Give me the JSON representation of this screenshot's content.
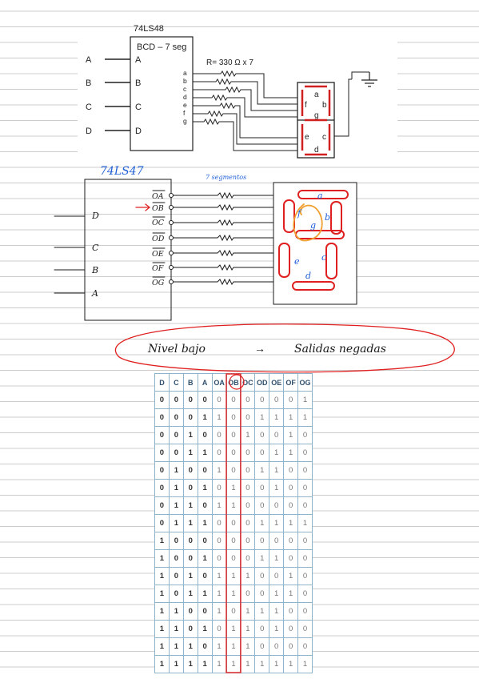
{
  "top_circuit": {
    "chip_name": "74LS48",
    "chip_title": "BCD – 7 seg",
    "inputs": [
      "A",
      "B",
      "C",
      "D"
    ],
    "pins_in": [
      "A",
      "B",
      "C",
      "D"
    ],
    "pins_out": [
      "a",
      "b",
      "c",
      "d",
      "e",
      "f",
      "g"
    ],
    "resistor_label": "R= 330 Ω x 7",
    "display_segments_top": [
      "a",
      "f",
      "b",
      "g"
    ],
    "display_segments_bottom": [
      "e",
      "c",
      "d"
    ]
  },
  "hand_circuit": {
    "chip_name": "74LS47",
    "resistor_note": "7 segmentos",
    "inputs": [
      "D",
      "C",
      "B",
      "A"
    ],
    "outputs": [
      "OA",
      "OB",
      "OC",
      "OD",
      "OE",
      "OF",
      "OG"
    ],
    "segments": [
      "a",
      "b",
      "c",
      "d",
      "e",
      "f",
      "g"
    ]
  },
  "note": {
    "text_left": "Nivel bajo",
    "arrow": "→",
    "text_right": "Salidas negadas"
  },
  "truth_table": {
    "headers": [
      "D",
      "C",
      "B",
      "A",
      "OA",
      "OB",
      "OC",
      "OD",
      "OE",
      "OF",
      "OG"
    ],
    "rows": [
      [
        "0",
        "0",
        "0",
        "0",
        "0",
        "0",
        "0",
        "0",
        "0",
        "0",
        "1"
      ],
      [
        "0",
        "0",
        "0",
        "1",
        "1",
        "0",
        "0",
        "1",
        "1",
        "1",
        "1"
      ],
      [
        "0",
        "0",
        "1",
        "0",
        "0",
        "0",
        "1",
        "0",
        "0",
        "1",
        "0"
      ],
      [
        "0",
        "0",
        "1",
        "1",
        "0",
        "0",
        "0",
        "0",
        "1",
        "1",
        "0"
      ],
      [
        "0",
        "1",
        "0",
        "0",
        "1",
        "0",
        "0",
        "1",
        "1",
        "0",
        "0"
      ],
      [
        "0",
        "1",
        "0",
        "1",
        "0",
        "1",
        "0",
        "0",
        "1",
        "0",
        "0"
      ],
      [
        "0",
        "1",
        "1",
        "0",
        "1",
        "1",
        "0",
        "0",
        "0",
        "0",
        "0"
      ],
      [
        "0",
        "1",
        "1",
        "1",
        "0",
        "0",
        "0",
        "1",
        "1",
        "1",
        "1"
      ],
      [
        "1",
        "0",
        "0",
        "0",
        "0",
        "0",
        "0",
        "0",
        "0",
        "0",
        "0"
      ],
      [
        "1",
        "0",
        "0",
        "1",
        "0",
        "0",
        "0",
        "1",
        "1",
        "0",
        "0"
      ],
      [
        "1",
        "0",
        "1",
        "0",
        "1",
        "1",
        "1",
        "0",
        "0",
        "1",
        "0"
      ],
      [
        "1",
        "0",
        "1",
        "1",
        "1",
        "1",
        "0",
        "0",
        "1",
        "1",
        "0"
      ],
      [
        "1",
        "1",
        "0",
        "0",
        "1",
        "0",
        "1",
        "1",
        "1",
        "0",
        "0"
      ],
      [
        "1",
        "1",
        "0",
        "1",
        "0",
        "1",
        "1",
        "0",
        "1",
        "0",
        "0"
      ],
      [
        "1",
        "1",
        "1",
        "0",
        "1",
        "1",
        "1",
        "0",
        "0",
        "0",
        "0"
      ],
      [
        "1",
        "1",
        "1",
        "1",
        "1",
        "1",
        "1",
        "1",
        "1",
        "1",
        "1"
      ]
    ]
  },
  "colors": {
    "ink_black": "#1a1a1a",
    "ink_blue": "#1f5fd6",
    "ink_red": "#e02020",
    "ink_orange": "#f0a030",
    "paper_line": "#c8c8c8",
    "table_bg": "#d7e9f3"
  }
}
